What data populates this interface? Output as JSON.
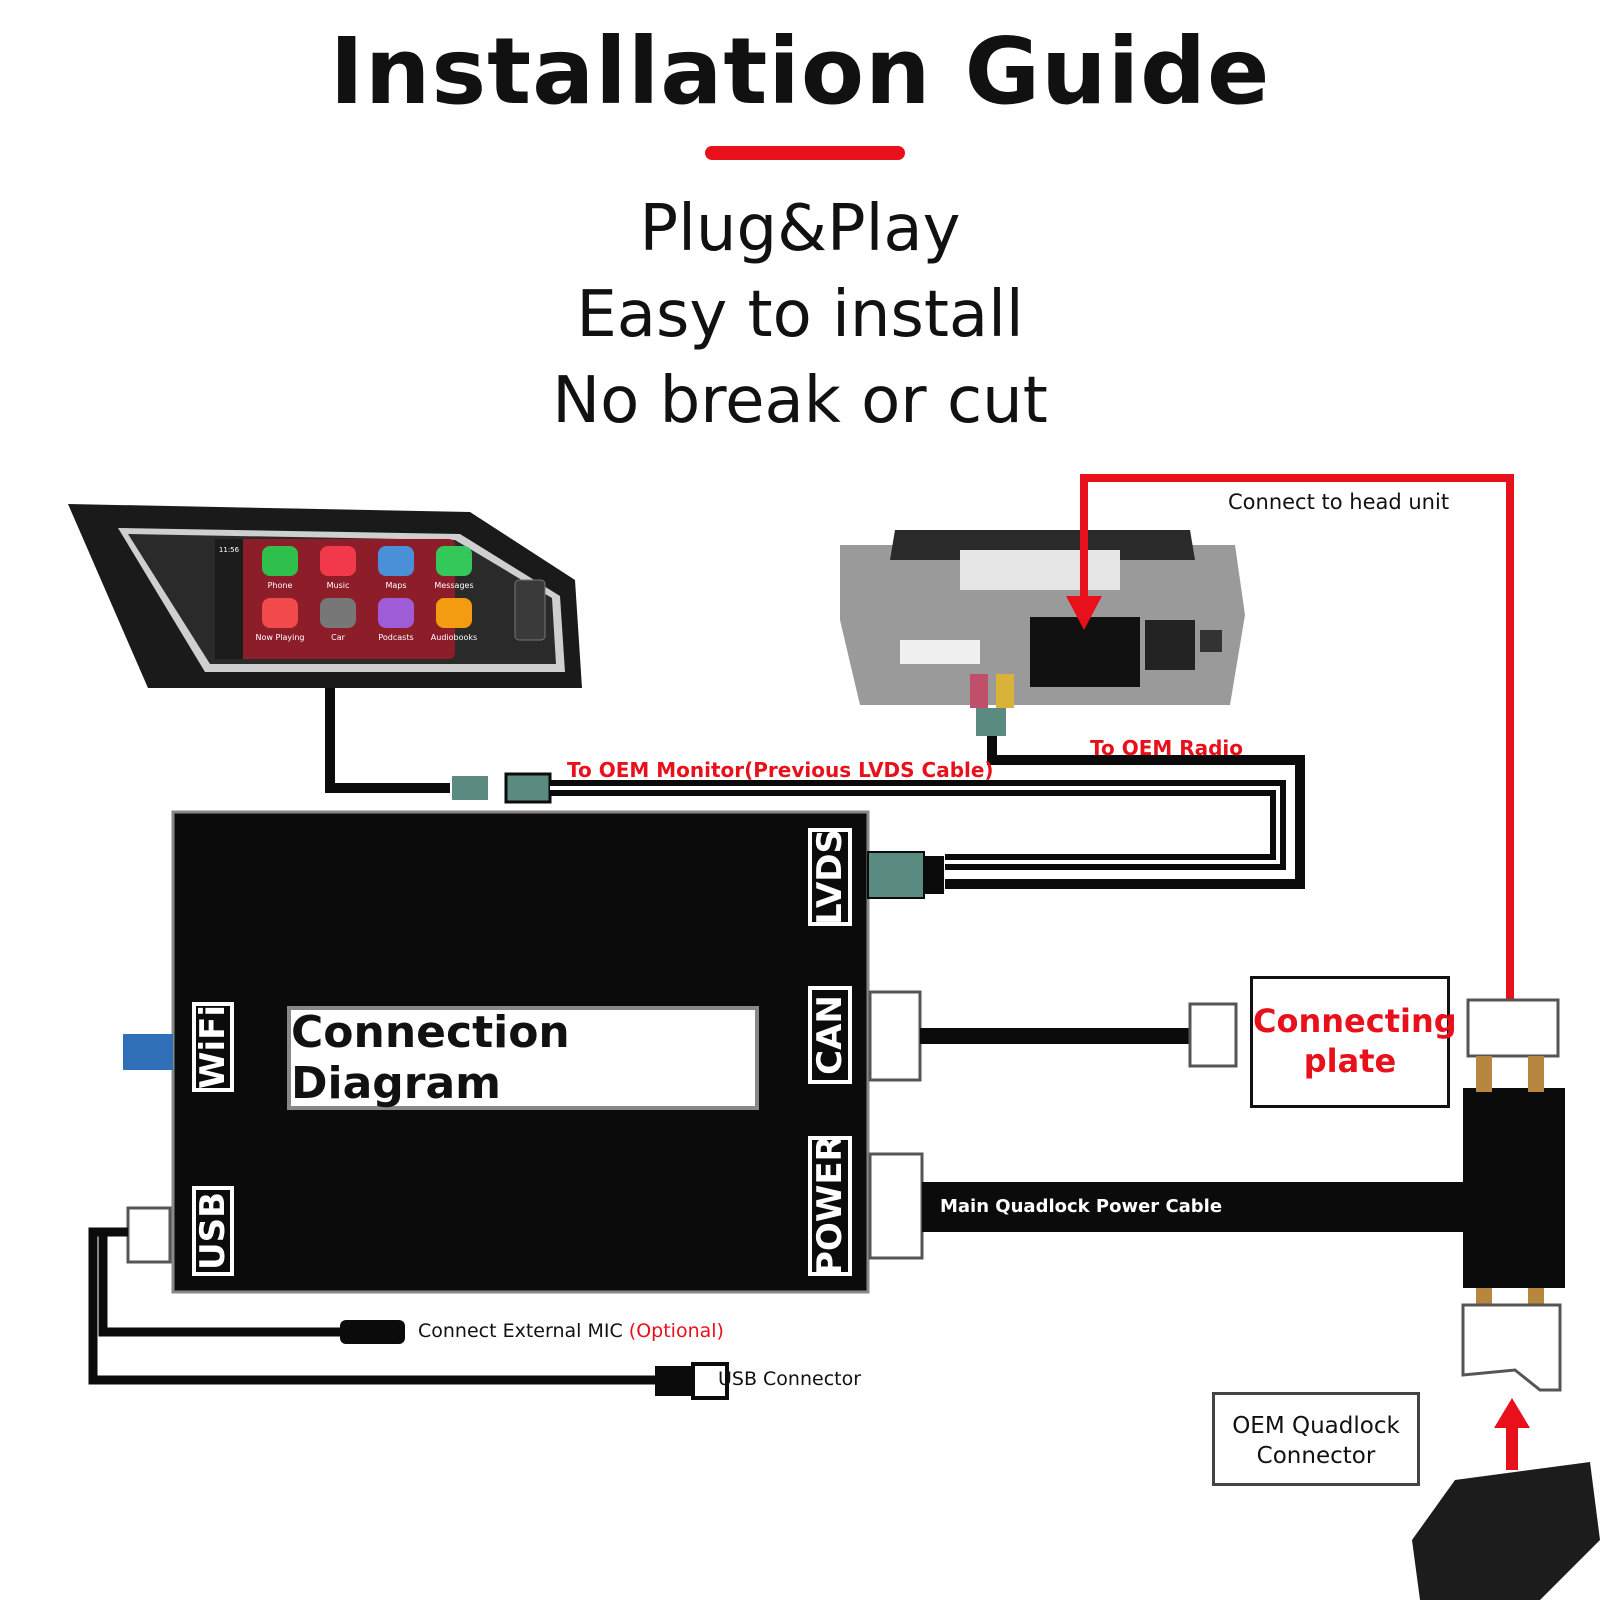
{
  "header": {
    "title": "Installation Guide",
    "accent_color": "#e8101a"
  },
  "features": [
    "Plug&Play",
    "Easy to install",
    "No break or cut"
  ],
  "module": {
    "center_label": "Connection Diagram",
    "ports": {
      "lvds": "LVDS",
      "can": "CAN",
      "power": "POWER",
      "wifi": "WiFi",
      "usb": "USB"
    }
  },
  "cables": {
    "head_unit": "Connect to head unit",
    "oem_monitor": "To OEM Monitor(Previous LVDS Cable)",
    "oem_radio": "To OEM Radio",
    "power_cable": "Main Quadlock Power Cable",
    "mic_text": "Connect External MIC",
    "mic_optional": "(Optional)",
    "usb_connector": "USB Connector"
  },
  "connecting_plate": {
    "line1": "Connecting",
    "line2": "plate"
  },
  "oem_connector": {
    "line1": "OEM Quadlock",
    "line2": "Connector"
  },
  "screen_apps": [
    "Phone",
    "Music",
    "Maps",
    "Messages",
    "Now Playing",
    "Car",
    "Podcasts",
    "Audiobooks"
  ],
  "screen_time": "11:56",
  "colors": {
    "red": "#e8101a",
    "black": "#0b0b0b",
    "connector_green": "#5b8a80",
    "wifi_blue": "#2f6fb8"
  }
}
